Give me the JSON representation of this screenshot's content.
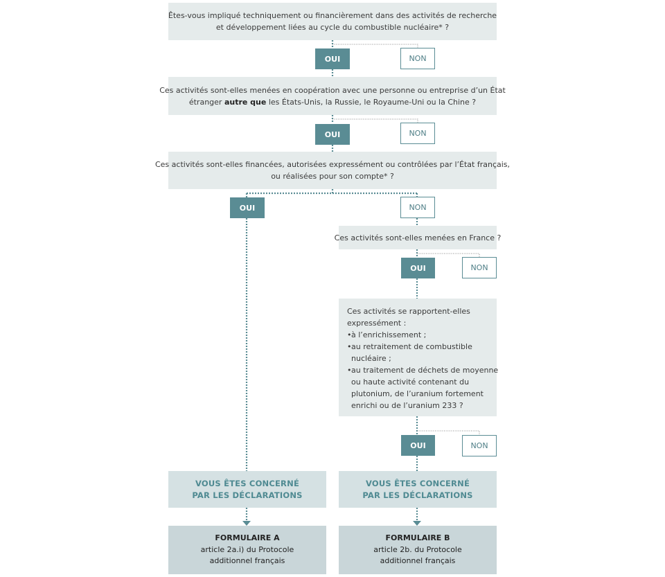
{
  "q1": {
    "line1": "Êtes-vous impliqué techniquement ou financièrement dans des activités de recherche",
    "line2": "et développement liées au cycle du combustible nucléaire* ?"
  },
  "q2": {
    "line1": "Ces activités sont-elles menées en coopération avec une personne ou entreprise d’un État",
    "line2_pre": "étranger ",
    "line2_bold": "autre que",
    "line2_post": " les États-Unis, la Russie, le Royaume-Uni ou la Chine ?"
  },
  "q3": {
    "line1": "Ces activités sont-elles financées, autorisées expressément ou contrôlées par l’État français,",
    "line2": "ou réalisées pour son compte* ?"
  },
  "q4": {
    "text": "Ces activités sont-elles menées en France ?"
  },
  "q5": {
    "intro1": "Ces activités se rapportent-elles",
    "intro2": "expressément :",
    "items": [
      [
        "à l’enrichissement ;"
      ],
      [
        "au retraitement de combustible",
        "nucléaire ;"
      ],
      [
        "au traitement de déchets de moyenne",
        "ou haute activité contenant du",
        "plutonium, de l’uranium fortement",
        "enrichi ou de l’uranium 233 ?"
      ]
    ]
  },
  "answers": {
    "yes": "OUI",
    "no": "NON"
  },
  "concern": {
    "line1": "VOUS ÊTES CONCERNÉ",
    "line2": "PAR LES DÉCLARATIONS"
  },
  "form_a": {
    "title": "FORMULAIRE A",
    "line2": "article 2a.i) du Protocole",
    "line3": "additionnel français"
  },
  "form_b": {
    "title": "FORMULAIRE B",
    "line2": "article 2b. du Protocole",
    "line3": "additionnel français"
  },
  "colors": {
    "teal": "#5a8c94",
    "question_bg": "#e5ebeb",
    "concern_bg": "#d5e1e3",
    "form_bg": "#c9d6d9"
  }
}
